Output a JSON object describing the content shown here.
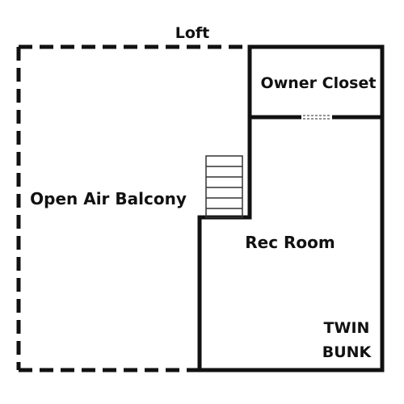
{
  "floorplan": {
    "title": "Loft",
    "rooms": {
      "balcony": "Open Air Balcony",
      "closet": "Owner Closet",
      "rec_room": "Rec Room",
      "bunk_line1": "TWIN",
      "bunk_line2": "BUNK"
    }
  },
  "colors": {
    "wall": "#111111",
    "stair_line": "#333333",
    "background": "#ffffff"
  }
}
